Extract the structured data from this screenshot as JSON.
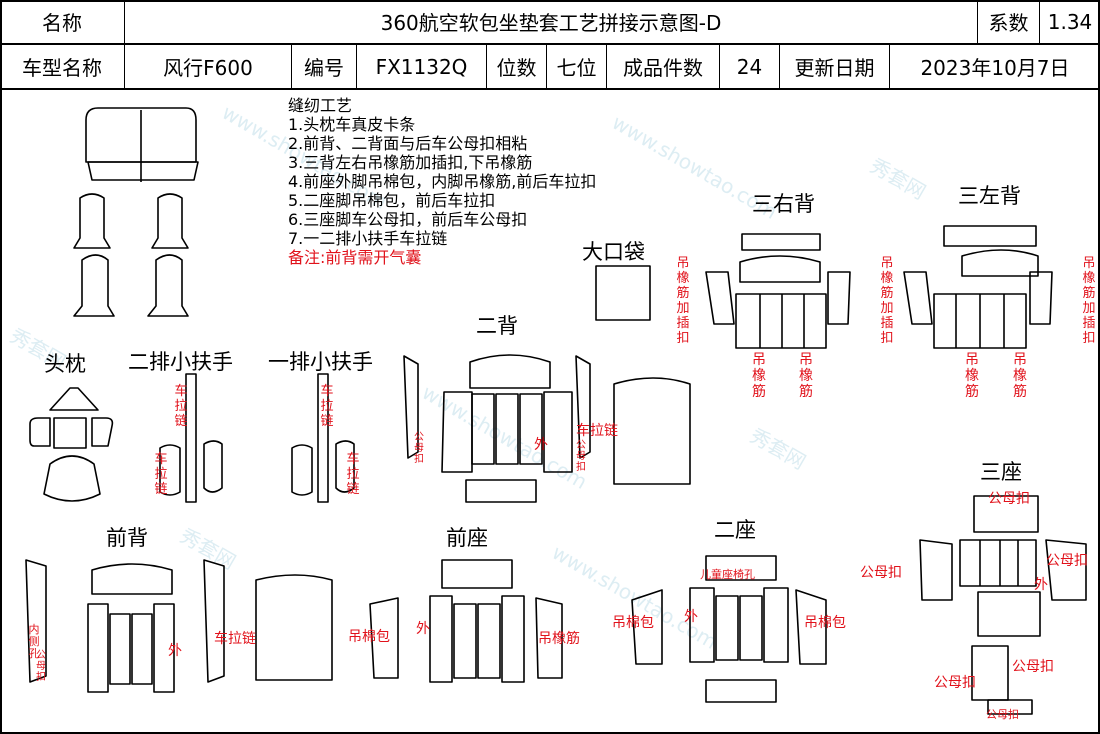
{
  "header": {
    "name_label": "名称",
    "doc_title": "360航空软包坐垫套工艺拼接示意图-D",
    "coef_label": "系数",
    "coef_value": "1.34",
    "model_label": "车型名称",
    "model_value": "风行F600",
    "code_label": "编号",
    "code_value": "FX1132Q",
    "seats_label": "位数",
    "seats_value": "七位",
    "pieces_label": "成品件数",
    "pieces_value": "24",
    "date_label": "更新日期",
    "date_value": "2023年10月7日"
  },
  "notes": {
    "heading": "缝纫工艺",
    "lines": [
      "1.头枕车真皮卡条",
      "2.前背、二背面与后车公母扣相粘",
      "3.三背左右吊橡筋加插扣,下吊橡筋",
      "4.前座外脚吊棉包，内脚吊橡筋,前后车拉扣",
      "5.二座脚吊棉包，前后车拉扣",
      "6.三座脚车公母扣，前后车公母扣",
      "7.一二排小扶手车拉链"
    ],
    "remark": "备注:前背需开气囊"
  },
  "titles": {
    "big_pocket": "大口袋",
    "back2": "二背",
    "right_back3": "三右背",
    "left_back3": "三左背",
    "headrest": "头枕",
    "armrest2": "二排小扶手",
    "armrest1": "一排小扶手",
    "front_back": "前背",
    "front_seat": "前座",
    "seat2": "二座",
    "seat3": "三座"
  },
  "labels": {
    "hang_rubber_plug": "吊橡筋加插扣",
    "hang_rubber": "吊橡筋",
    "zipper_v": "车拉链",
    "zipper": "车拉链",
    "male_female_clip": "公母扣",
    "outer": "外",
    "hang_cotton": "吊棉包",
    "inner_side_hole": "内侧孔",
    "clip": "扣",
    "child_seat_hole": "儿童座椅孔"
  },
  "watermark": {
    "site": "www.showtao.com",
    "brand": "秀套网"
  }
}
